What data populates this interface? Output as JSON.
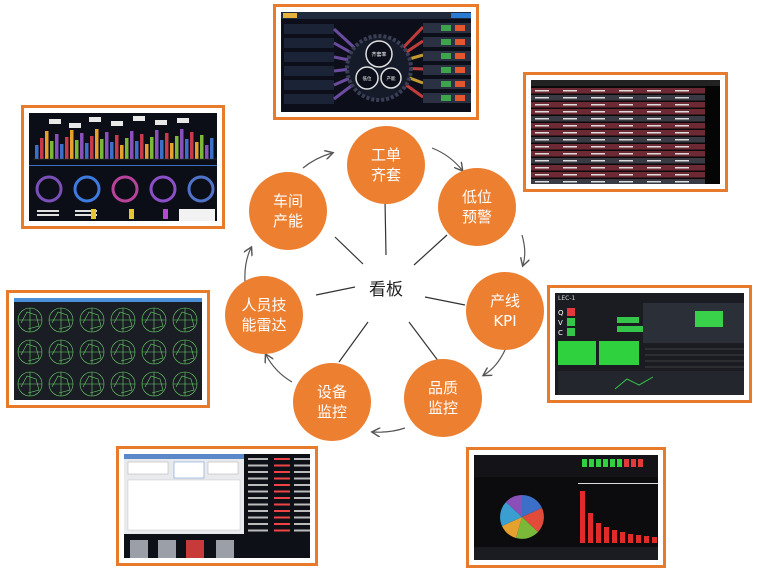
{
  "center": {
    "label": "看板"
  },
  "nodes": [
    {
      "id": "kit-readiness",
      "lines": [
        "工单",
        "齐套"
      ]
    },
    {
      "id": "low-stock-alert",
      "lines": [
        "低位",
        "预警"
      ]
    },
    {
      "id": "line-kpi",
      "lines": [
        "产线",
        "KPI"
      ]
    },
    {
      "id": "quality-monitor",
      "lines": [
        "品质",
        "监控"
      ]
    },
    {
      "id": "equipment-monitor",
      "lines": [
        "设备",
        "监控"
      ]
    },
    {
      "id": "skill-radar",
      "lines": [
        "人员技",
        "能雷达"
      ]
    },
    {
      "id": "workshop-capacity",
      "lines": [
        "车间",
        "产能"
      ]
    }
  ],
  "thumbnails": {
    "top": {
      "hub_labels": [
        "齐套率",
        "低位",
        "产能"
      ]
    },
    "kpi": {
      "kpi_header": "LEC-1",
      "letters": [
        "Q",
        "V",
        "C"
      ]
    }
  },
  "colors": {
    "accent": "#ec7f30",
    "frame": "#e87a2c",
    "dark_screen": "#0d1017"
  }
}
